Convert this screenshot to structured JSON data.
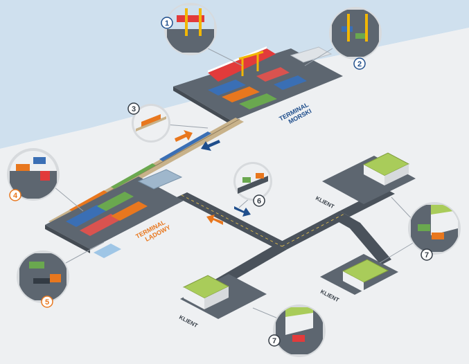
{
  "terminals": {
    "sea": {
      "line1": "TERMINAL",
      "line2": "MORSKI",
      "color": "#1f4e8c"
    },
    "land": {
      "line1": "TERMINAL",
      "line2": "LĄDOWY",
      "color": "#e8771e"
    }
  },
  "clients": {
    "top_right": "KLIENT",
    "bottom_right": "KLIENT",
    "bottom_left": "KLIENT"
  },
  "callouts": {
    "c1": "1",
    "c2": "2",
    "c3": "3",
    "c4": "4",
    "c5": "5",
    "c6": "6",
    "c7a": "7",
    "c7b": "7"
  },
  "colors": {
    "sea": "#cfe0ee",
    "ground": "#e9ecef",
    "paving": "#5d6670",
    "road": "#4a525b",
    "rail": "#c8b28a",
    "orange_accent": "#e8771e",
    "blue_accent": "#1f4e8c",
    "building_roof_green": "#a9cc5a",
    "callout_ring": "#d7dadd"
  },
  "icons": {
    "arrow_to_sea": "orange-arrow-icon",
    "arrow_to_land": "blue-arrow-icon",
    "arrow_to_client": "blue-arrow-icon",
    "arrow_from_client": "orange-arrow-icon"
  }
}
